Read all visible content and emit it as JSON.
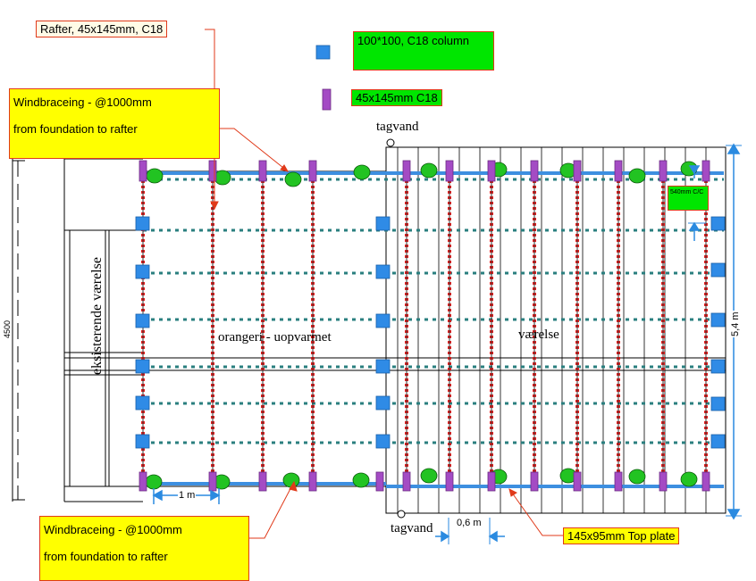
{
  "labels": {
    "rafter": "Rafter, 45x145mm, C18",
    "column_legend": "100*100, C18 column",
    "stud_legend": "45x145mm C18",
    "windbrace_top_line1": "Windbraceing - @1000mm",
    "windbrace_top_line2": "from foundation to rafter",
    "windbrace_bottom_line1": "Windbraceing - @1000mm",
    "windbrace_bottom_line2": "from foundation to rafter",
    "top_plate": "145x95mm Top plate",
    "cc_spacing": "540mm C/C",
    "tagvand_top": "tagvand",
    "tagvand_bottom": "tagvand",
    "room_orangeri": "orangeri - uopvarmet",
    "room_vaerelse": "værelse",
    "room_existing": "eksisterende værelse",
    "dim_1m": "1 m",
    "dim_06m": "0,6 m",
    "dim_54m": "5,4 m",
    "dim_4500": "4500"
  },
  "colors": {
    "beam_blue": "#3d8fe0",
    "column_blue": "#2f8be6",
    "stud_purple": "#a44bc4",
    "dotted_teal": "#2a7f7f",
    "rafter_red": "#e81c1c",
    "footing_green": "#22c322",
    "leader_red": "#e03a1a",
    "label_yellow": "#ffff00",
    "label_green": "#00e600"
  }
}
